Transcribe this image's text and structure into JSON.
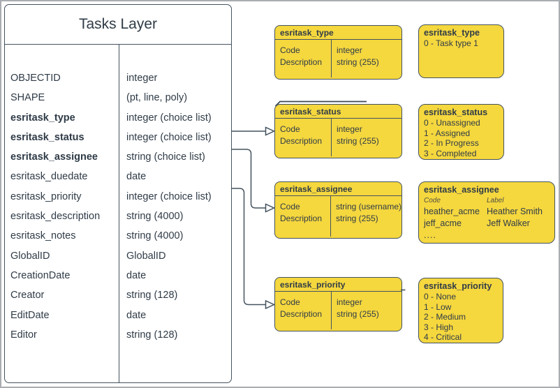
{
  "diagram": {
    "tasks_layer": {
      "title": "Tasks Layer",
      "fields": [
        {
          "name": "OBJECTID",
          "type": "integer",
          "bold": false
        },
        {
          "name": "SHAPE",
          "type": "(pt, line, poly)",
          "bold": false
        },
        {
          "name": "esritask_type",
          "type": "integer (choice list)",
          "bold": true
        },
        {
          "name": "esritask_status",
          "type": "integer (choice list)",
          "bold": true
        },
        {
          "name": "esritask_assignee",
          "type": "string (choice list)",
          "bold": true
        },
        {
          "name": "esritask_duedate",
          "type": "date",
          "bold": false
        },
        {
          "name": "esritask_priority",
          "type": "integer (choice list)",
          "bold": false
        },
        {
          "name": "esritask_description",
          "type": "string (4000)",
          "bold": false
        },
        {
          "name": "esritask_notes",
          "type": "string (4000)",
          "bold": false
        },
        {
          "name": "GlobalID",
          "type": "GlobalID",
          "bold": false
        },
        {
          "name": "CreationDate",
          "type": "date",
          "bold": false
        },
        {
          "name": "Creator",
          "type": "string (128)",
          "bold": false
        },
        {
          "name": "EditDate",
          "type": "date",
          "bold": false
        },
        {
          "name": "Editor",
          "type": "string (128)",
          "bold": false
        }
      ]
    },
    "code_tables": [
      {
        "title": "esritask_type",
        "fields": [
          "Code",
          "Description"
        ],
        "types": [
          "integer",
          "string (255)"
        ]
      },
      {
        "title": "esritask_status",
        "fields": [
          "Code",
          "Description"
        ],
        "types": [
          "integer",
          "string (255)"
        ]
      },
      {
        "title": "esritask_assignee",
        "fields": [
          "Code",
          "Description"
        ],
        "types": [
          "string (username)",
          "string (255)"
        ]
      },
      {
        "title": "esritask_priority",
        "fields": [
          "Code",
          "Description"
        ],
        "types": [
          "integer",
          "string (255)"
        ]
      }
    ],
    "value_lists": {
      "type": {
        "title": "esritask_type",
        "items": [
          "0 - Task type 1"
        ]
      },
      "status": {
        "title": "esritask_status",
        "items": [
          "0 - Unassigned",
          "1 - Assigned",
          "2 - In Progress",
          "3 - Completed"
        ]
      },
      "assignee": {
        "title": "esritask_assignee",
        "col_headers": [
          "Code",
          "Label"
        ],
        "rows": [
          {
            "code": "heather_acme",
            "label": "Heather Smith"
          },
          {
            "code": "jeff_acme",
            "label": "Jeff Walker"
          }
        ],
        "more": "...."
      },
      "priority": {
        "title": "esritask_priority",
        "items": [
          "0 - None",
          "1 - Low",
          "2 - Medium",
          "3 - High",
          "4 - Critical"
        ]
      }
    },
    "colors": {
      "yellow_fill": "#F5D73E",
      "stroke": "#44535F",
      "text": "#2F3B47",
      "page_border": "#A9ADB2"
    }
  }
}
